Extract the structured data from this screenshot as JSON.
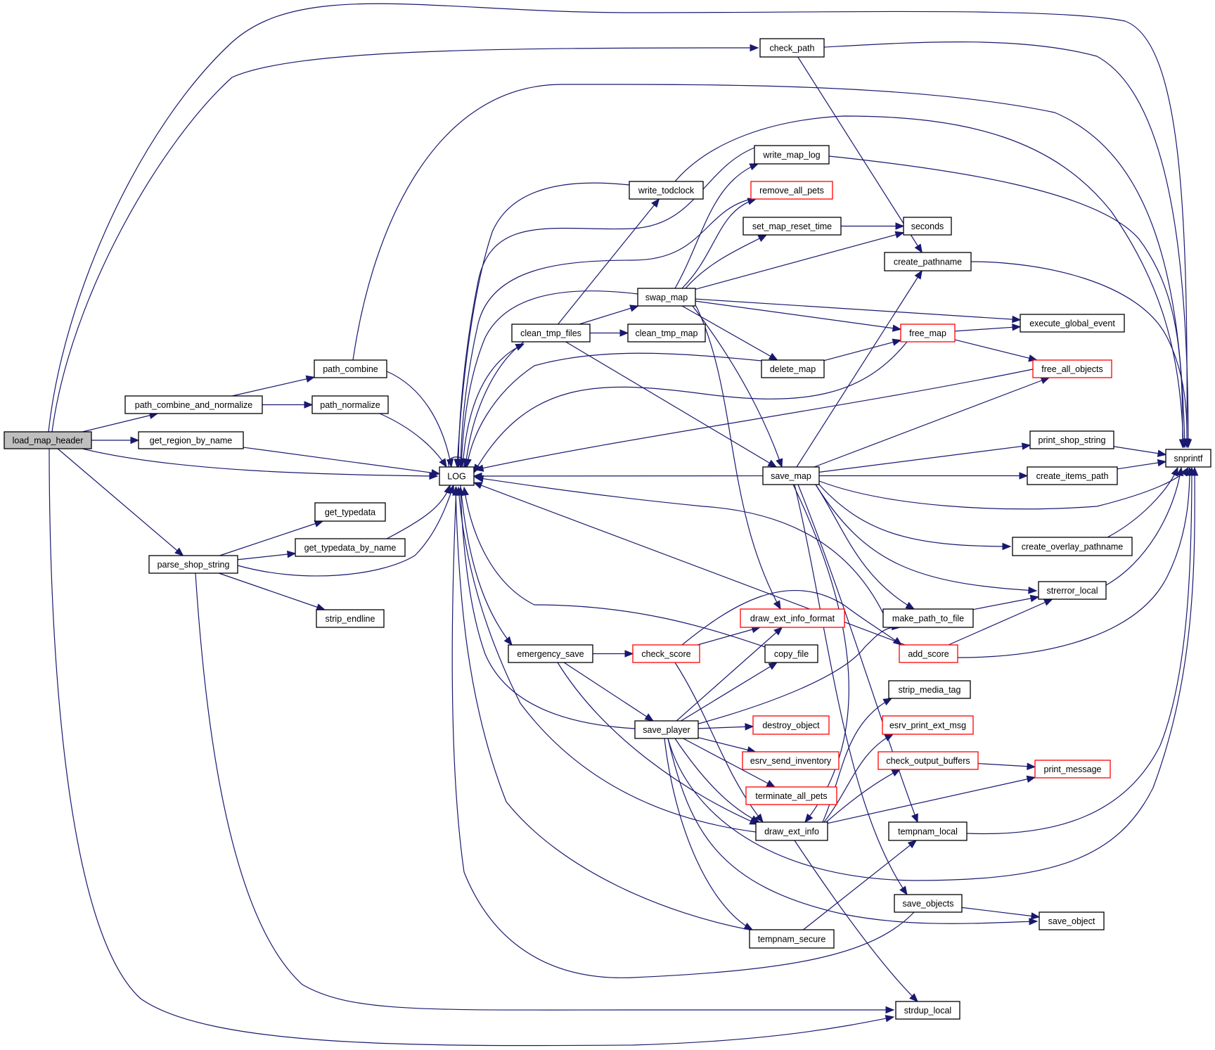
{
  "graph": {
    "type": "call-graph",
    "root": "load_map_header",
    "colors": {
      "edge": "#191970",
      "node_border": "#000000",
      "node_border_truncated": "#ff0000",
      "root_fill": "#bfbfbf",
      "node_fill": "#ffffff"
    },
    "nodes": [
      {
        "id": "load_map_header",
        "label": "load_map_header",
        "root": true
      },
      {
        "id": "path_combine_and_normalize",
        "label": "path_combine_and_normalize"
      },
      {
        "id": "path_combine",
        "label": "path_combine"
      },
      {
        "id": "path_normalize",
        "label": "path_normalize"
      },
      {
        "id": "get_region_by_name",
        "label": "get_region_by_name"
      },
      {
        "id": "LOG",
        "label": "LOG"
      },
      {
        "id": "get_typedata",
        "label": "get_typedata"
      },
      {
        "id": "get_typedata_by_name",
        "label": "get_typedata_by_name"
      },
      {
        "id": "parse_shop_string",
        "label": "parse_shop_string"
      },
      {
        "id": "strip_endline",
        "label": "strip_endline"
      },
      {
        "id": "check_path",
        "label": "check_path"
      },
      {
        "id": "write_map_log",
        "label": "write_map_log"
      },
      {
        "id": "write_todclock",
        "label": "write_todclock"
      },
      {
        "id": "remove_all_pets",
        "label": "remove_all_pets",
        "truncated": true
      },
      {
        "id": "set_map_reset_time",
        "label": "set_map_reset_time"
      },
      {
        "id": "seconds",
        "label": "seconds"
      },
      {
        "id": "create_pathname",
        "label": "create_pathname"
      },
      {
        "id": "swap_map",
        "label": "swap_map"
      },
      {
        "id": "clean_tmp_files",
        "label": "clean_tmp_files"
      },
      {
        "id": "clean_tmp_map",
        "label": "clean_tmp_map"
      },
      {
        "id": "execute_global_event",
        "label": "execute_global_event"
      },
      {
        "id": "free_map",
        "label": "free_map",
        "truncated": true
      },
      {
        "id": "delete_map",
        "label": "delete_map"
      },
      {
        "id": "free_all_objects",
        "label": "free_all_objects",
        "truncated": true
      },
      {
        "id": "print_shop_string",
        "label": "print_shop_string"
      },
      {
        "id": "save_map",
        "label": "save_map"
      },
      {
        "id": "snprintf",
        "label": "snprintf"
      },
      {
        "id": "create_items_path",
        "label": "create_items_path"
      },
      {
        "id": "create_overlay_pathname",
        "label": "create_overlay_pathname"
      },
      {
        "id": "strerror_local",
        "label": "strerror_local"
      },
      {
        "id": "draw_ext_info_format",
        "label": "draw_ext_info_format",
        "truncated": true
      },
      {
        "id": "make_path_to_file",
        "label": "make_path_to_file"
      },
      {
        "id": "emergency_save",
        "label": "emergency_save"
      },
      {
        "id": "check_score",
        "label": "check_score",
        "truncated": true
      },
      {
        "id": "copy_file",
        "label": "copy_file"
      },
      {
        "id": "add_score",
        "label": "add_score",
        "truncated": true
      },
      {
        "id": "strip_media_tag",
        "label": "strip_media_tag"
      },
      {
        "id": "save_player",
        "label": "save_player"
      },
      {
        "id": "destroy_object",
        "label": "destroy_object",
        "truncated": true
      },
      {
        "id": "esrv_print_ext_msg",
        "label": "esrv_print_ext_msg",
        "truncated": true
      },
      {
        "id": "esrv_send_inventory",
        "label": "esrv_send_inventory",
        "truncated": true
      },
      {
        "id": "check_output_buffers",
        "label": "check_output_buffers",
        "truncated": true
      },
      {
        "id": "print_message",
        "label": "print_message",
        "truncated": true
      },
      {
        "id": "terminate_all_pets",
        "label": "terminate_all_pets",
        "truncated": true
      },
      {
        "id": "draw_ext_info",
        "label": "draw_ext_info"
      },
      {
        "id": "tempnam_local",
        "label": "tempnam_local"
      },
      {
        "id": "save_objects",
        "label": "save_objects"
      },
      {
        "id": "save_object",
        "label": "save_object"
      },
      {
        "id": "tempnam_secure",
        "label": "tempnam_secure"
      },
      {
        "id": "strdup_local",
        "label": "strdup_local"
      }
    ],
    "edges": [
      [
        "load_map_header",
        "check_path"
      ],
      [
        "load_map_header",
        "snprintf"
      ],
      [
        "load_map_header",
        "path_combine_and_normalize"
      ],
      [
        "load_map_header",
        "get_region_by_name"
      ],
      [
        "load_map_header",
        "LOG"
      ],
      [
        "load_map_header",
        "parse_shop_string"
      ],
      [
        "load_map_header",
        "strdup_local"
      ],
      [
        "path_combine_and_normalize",
        "path_combine"
      ],
      [
        "path_combine_and_normalize",
        "path_normalize"
      ],
      [
        "path_combine",
        "snprintf"
      ],
      [
        "path_combine",
        "LOG"
      ],
      [
        "path_normalize",
        "LOG"
      ],
      [
        "get_region_by_name",
        "LOG"
      ],
      [
        "parse_shop_string",
        "get_typedata"
      ],
      [
        "parse_shop_string",
        "get_typedata_by_name"
      ],
      [
        "parse_shop_string",
        "strip_endline"
      ],
      [
        "parse_shop_string",
        "LOG"
      ],
      [
        "parse_shop_string",
        "strdup_local"
      ],
      [
        "get_typedata_by_name",
        "LOG"
      ],
      [
        "LOG",
        "LOG"
      ],
      [
        "LOG",
        "clean_tmp_files"
      ],
      [
        "LOG",
        "emergency_save"
      ],
      [
        "check_path",
        "snprintf"
      ],
      [
        "check_path",
        "create_pathname"
      ],
      [
        "write_todclock",
        "LOG"
      ],
      [
        "write_todclock",
        "snprintf"
      ],
      [
        "clean_tmp_files",
        "write_todclock"
      ],
      [
        "clean_tmp_files",
        "swap_map"
      ],
      [
        "clean_tmp_files",
        "clean_tmp_map"
      ],
      [
        "clean_tmp_files",
        "save_map"
      ],
      [
        "clean_tmp_files",
        "LOG"
      ],
      [
        "swap_map",
        "LOG"
      ],
      [
        "swap_map",
        "write_map_log"
      ],
      [
        "swap_map",
        "remove_all_pets"
      ],
      [
        "swap_map",
        "set_map_reset_time"
      ],
      [
        "swap_map",
        "seconds"
      ],
      [
        "swap_map",
        "execute_global_event"
      ],
      [
        "swap_map",
        "free_map"
      ],
      [
        "swap_map",
        "delete_map"
      ],
      [
        "swap_map",
        "save_map"
      ],
      [
        "swap_map",
        "draw_ext_info_format"
      ],
      [
        "write_map_log",
        "LOG"
      ],
      [
        "write_map_log",
        "snprintf"
      ],
      [
        "remove_all_pets",
        "LOG"
      ],
      [
        "set_map_reset_time",
        "seconds"
      ],
      [
        "create_pathname",
        "snprintf"
      ],
      [
        "delete_map",
        "LOG"
      ],
      [
        "delete_map",
        "free_map"
      ],
      [
        "free_map",
        "LOG"
      ],
      [
        "free_map",
        "execute_global_event"
      ],
      [
        "free_map",
        "free_all_objects"
      ],
      [
        "free_all_objects",
        "LOG"
      ],
      [
        "save_map",
        "LOG"
      ],
      [
        "save_map",
        "create_pathname"
      ],
      [
        "save_map",
        "free_all_objects"
      ],
      [
        "save_map",
        "print_shop_string"
      ],
      [
        "save_map",
        "create_items_path"
      ],
      [
        "save_map",
        "snprintf"
      ],
      [
        "save_map",
        "create_overlay_pathname"
      ],
      [
        "save_map",
        "strerror_local"
      ],
      [
        "save_map",
        "make_path_to_file"
      ],
      [
        "save_map",
        "tempnam_local"
      ],
      [
        "save_map",
        "save_objects"
      ],
      [
        "save_map",
        "draw_ext_info"
      ],
      [
        "print_shop_string",
        "snprintf"
      ],
      [
        "create_items_path",
        "snprintf"
      ],
      [
        "create_overlay_pathname",
        "snprintf"
      ],
      [
        "strerror_local",
        "snprintf"
      ],
      [
        "make_path_to_file",
        "LOG"
      ],
      [
        "make_path_to_file",
        "strerror_local"
      ],
      [
        "emergency_save",
        "check_score"
      ],
      [
        "emergency_save",
        "save_player"
      ],
      [
        "emergency_save",
        "draw_ext_info"
      ],
      [
        "check_score",
        "add_score"
      ],
      [
        "check_score",
        "draw_ext_info_format"
      ],
      [
        "check_score",
        "draw_ext_info"
      ],
      [
        "copy_file",
        "LOG"
      ],
      [
        "add_score",
        "LOG"
      ],
      [
        "add_score",
        "strerror_local"
      ],
      [
        "add_score",
        "snprintf"
      ],
      [
        "save_player",
        "LOG"
      ],
      [
        "save_player",
        "draw_ext_info_format"
      ],
      [
        "save_player",
        "copy_file"
      ],
      [
        "save_player",
        "make_path_to_file"
      ],
      [
        "save_player",
        "destroy_object"
      ],
      [
        "save_player",
        "esrv_send_inventory"
      ],
      [
        "save_player",
        "terminate_all_pets"
      ],
      [
        "save_player",
        "draw_ext_info"
      ],
      [
        "save_player",
        "tempnam_secure"
      ],
      [
        "save_player",
        "snprintf"
      ],
      [
        "save_player",
        "save_object"
      ],
      [
        "draw_ext_info",
        "LOG"
      ],
      [
        "draw_ext_info",
        "strip_media_tag"
      ],
      [
        "draw_ext_info",
        "esrv_print_ext_msg"
      ],
      [
        "draw_ext_info",
        "check_output_buffers"
      ],
      [
        "draw_ext_info",
        "print_message"
      ],
      [
        "draw_ext_info",
        "strdup_local"
      ],
      [
        "check_output_buffers",
        "print_message"
      ],
      [
        "tempnam_local",
        "snprintf"
      ],
      [
        "tempnam_secure",
        "LOG"
      ],
      [
        "tempnam_secure",
        "tempnam_local"
      ],
      [
        "save_objects",
        "LOG"
      ],
      [
        "save_objects",
        "save_object"
      ]
    ]
  }
}
